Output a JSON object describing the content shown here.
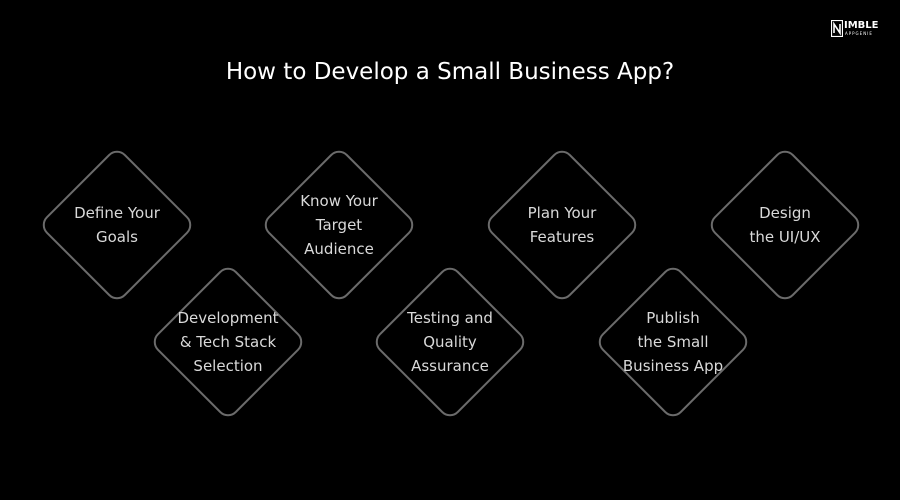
{
  "brand": {
    "name": "IMBLE",
    "subtitle": "APPGENIE"
  },
  "title": "How to Develop a Small Business App?",
  "steps": [
    {
      "label": "Define Your\nGoals"
    },
    {
      "label": "Development\n& Tech Stack\nSelection"
    },
    {
      "label": "Know Your\nTarget\nAudience"
    },
    {
      "label": "Testing and\nQuality\nAssurance"
    },
    {
      "label": "Plan Your\nFeatures"
    },
    {
      "label": "Publish\nthe Small\nBusiness App"
    },
    {
      "label": "Design\nthe UI/UX"
    }
  ],
  "colors": {
    "background": "#000000",
    "diamond_border": "#6b6b6b",
    "title": "#ffffff",
    "label": "#d9d9d9"
  }
}
